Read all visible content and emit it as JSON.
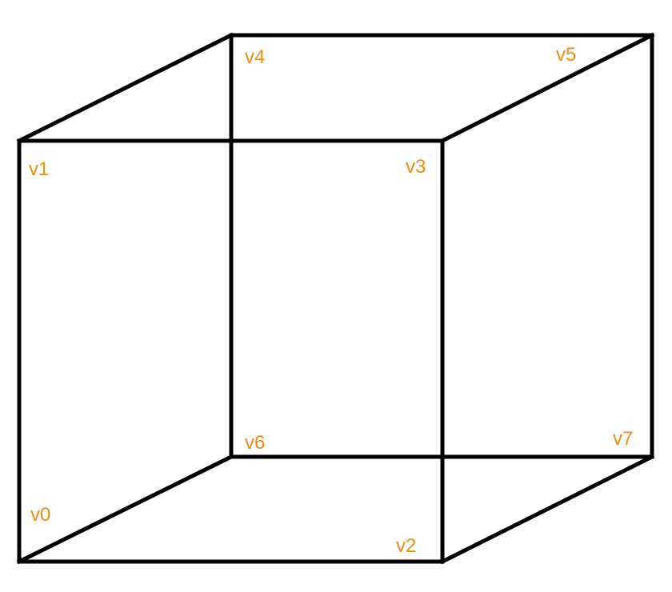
{
  "colors": {
    "background": "#ffffff",
    "edge": "#000000",
    "label": "#f08c12"
  },
  "vertices": [
    {
      "id": "v0",
      "label": "v0"
    },
    {
      "id": "v1",
      "label": "v1"
    },
    {
      "id": "v2",
      "label": "v2"
    },
    {
      "id": "v3",
      "label": "v3"
    },
    {
      "id": "v4",
      "label": "v4"
    },
    {
      "id": "v5",
      "label": "v5"
    },
    {
      "id": "v6",
      "label": "v6"
    },
    {
      "id": "v7",
      "label": "v7"
    }
  ],
  "edges": [
    [
      "v0",
      "v1"
    ],
    [
      "v1",
      "v3"
    ],
    [
      "v3",
      "v2"
    ],
    [
      "v2",
      "v0"
    ],
    [
      "v6",
      "v4"
    ],
    [
      "v4",
      "v5"
    ],
    [
      "v5",
      "v7"
    ],
    [
      "v7",
      "v6"
    ],
    [
      "v0",
      "v6"
    ],
    [
      "v1",
      "v4"
    ],
    [
      "v3",
      "v5"
    ],
    [
      "v2",
      "v7"
    ]
  ]
}
